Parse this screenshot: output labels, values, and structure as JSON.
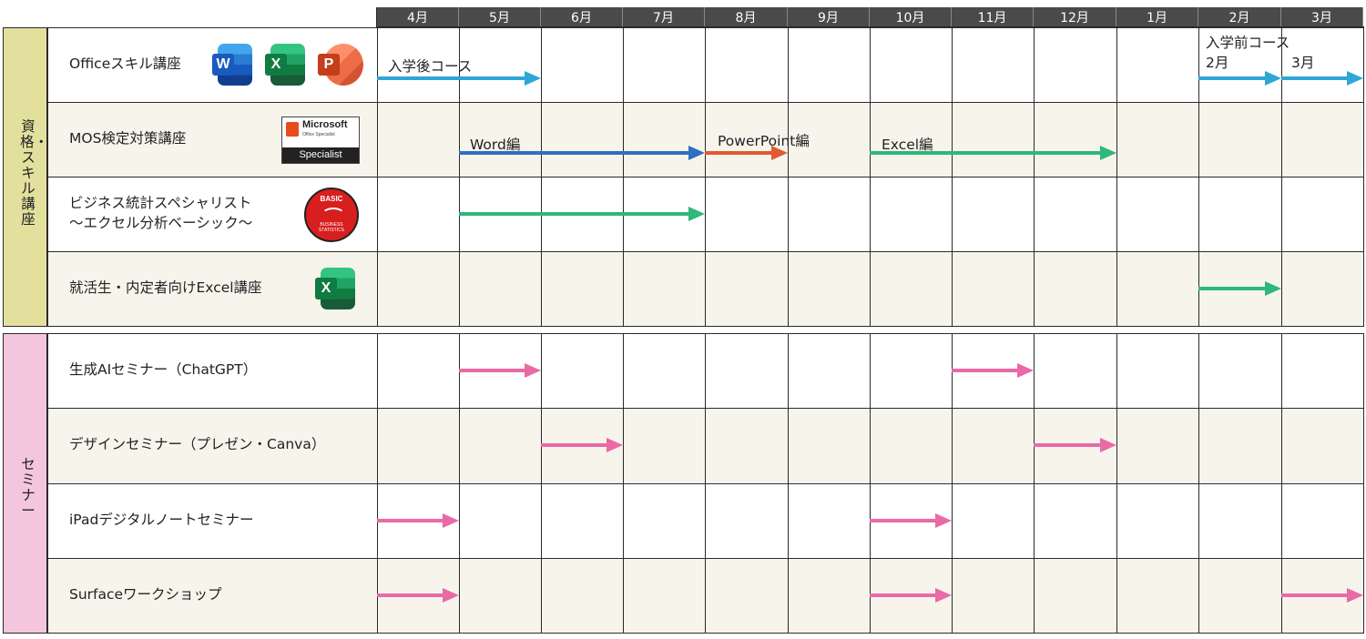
{
  "months": [
    "4月",
    "5月",
    "6月",
    "7月",
    "8月",
    "9月",
    "10月",
    "11月",
    "12月",
    "1月",
    "2月",
    "3月"
  ],
  "categories": [
    {
      "label": "資格・スキル講座",
      "color": "#e3e09e"
    },
    {
      "label": "セミナー",
      "color": "#f4c6dd"
    }
  ],
  "rows": [
    {
      "label": "Officeスキル講座"
    },
    {
      "label": "MOS検定対策講座"
    },
    {
      "label": "ビジネス統計スペシャリスト\n～エクセル分析ベーシック～"
    },
    {
      "label": "就活生・内定者向けExcel講座"
    },
    {
      "label": "生成AIセミナー（ChatGPT）"
    },
    {
      "label": "デザインセミナー（プレゼン・Canva）"
    },
    {
      "label": "iPadデジタルノートセミナー"
    },
    {
      "label": "Surfaceワークショップ"
    }
  ],
  "bar_labels": {
    "after_enrollment": "入学後コース",
    "pre_enrollment": "入学前コース",
    "feb": "2月",
    "mar": "3月",
    "word": "Word編",
    "powerpoint": "PowerPoint編",
    "excel": "Excel編"
  },
  "logos": {
    "word": "W",
    "excel": "X",
    "powerpoint": "P",
    "mos_brand": "Microsoft",
    "mos_sub": "Office Specialist",
    "mos_badge": "Specialist",
    "basic_top": "BASIC",
    "basic_bottom": "BUSINESS STATISTICS"
  },
  "colors": {
    "office": "#2ea6d6",
    "word": "#2f6fbf",
    "powerpoint": "#e05a33",
    "excel": "#2eb87a",
    "seminar": "#e96aa6"
  },
  "chart_data": {
    "type": "gantt",
    "x": [
      "4月",
      "5月",
      "6月",
      "7月",
      "8月",
      "9月",
      "10月",
      "11月",
      "12月",
      "1月",
      "2月",
      "3月"
    ],
    "series": [
      {
        "name": "入学後コース",
        "row": 0,
        "start": 0,
        "end": 2
      },
      {
        "name": "入学前コース 2月",
        "row": 0,
        "start": 10,
        "end": 11
      },
      {
        "name": "入学前コース 3月",
        "row": 0,
        "start": 11,
        "end": 12
      },
      {
        "name": "Word編",
        "row": 1,
        "start": 1,
        "end": 4
      },
      {
        "name": "PowerPoint編",
        "row": 1,
        "start": 4,
        "end": 5
      },
      {
        "name": "Excel編",
        "row": 1,
        "start": 6,
        "end": 9
      },
      {
        "name": "",
        "row": 2,
        "start": 1,
        "end": 4
      },
      {
        "name": "",
        "row": 3,
        "start": 10,
        "end": 11
      },
      {
        "name": "",
        "row": 4,
        "start": 1,
        "end": 2
      },
      {
        "name": "",
        "row": 4,
        "start": 7,
        "end": 8
      },
      {
        "name": "",
        "row": 5,
        "start": 2,
        "end": 3
      },
      {
        "name": "",
        "row": 5,
        "start": 8,
        "end": 9
      },
      {
        "name": "",
        "row": 6,
        "start": 0,
        "end": 1
      },
      {
        "name": "",
        "row": 6,
        "start": 6,
        "end": 7
      },
      {
        "name": "",
        "row": 7,
        "start": 0,
        "end": 1
      },
      {
        "name": "",
        "row": 7,
        "start": 6,
        "end": 7
      },
      {
        "name": "",
        "row": 7,
        "start": 11,
        "end": 12
      }
    ]
  }
}
